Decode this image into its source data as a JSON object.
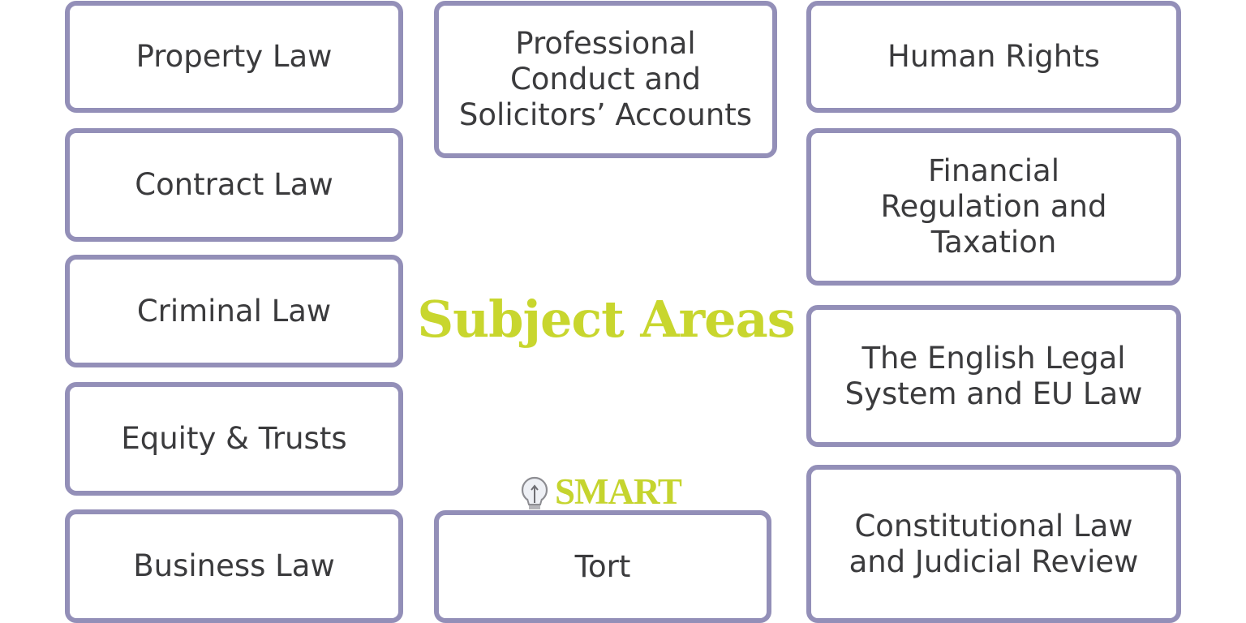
{
  "title": "Subject Areas",
  "colors": {
    "box_border": "#938fb8",
    "label_text": "#3b3b3d",
    "title_accent": "#c8d62e",
    "logo_green": "#c5d42e",
    "background": "#ffffff"
  },
  "logo": {
    "icon": "lightbulb-icon",
    "text": "SMART"
  },
  "left_column": [
    {
      "label": "Property Law"
    },
    {
      "label": "Contract Law"
    },
    {
      "label": "Criminal Law"
    },
    {
      "label": "Equity & Trusts"
    },
    {
      "label": "Business Law"
    }
  ],
  "center_column": [
    {
      "label": "Professional\nConduct and\nSolicitors’ Accounts"
    },
    {
      "label": "Tort"
    }
  ],
  "right_column": [
    {
      "label": "Human Rights"
    },
    {
      "label": "Financial\nRegulation and\nTaxation"
    },
    {
      "label": "The English Legal\nSystem and EU Law"
    },
    {
      "label": "Constitutional Law\nand Judicial Review"
    }
  ]
}
